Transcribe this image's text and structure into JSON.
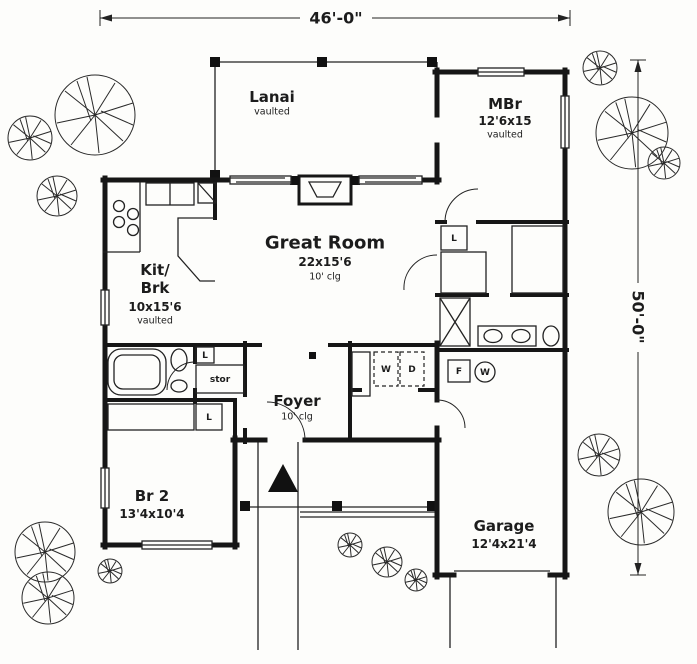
{
  "dimensions": {
    "width": "46'-0\"",
    "height": "50'-0\""
  },
  "rooms": {
    "lanai": {
      "name": "Lanai",
      "note": "vaulted"
    },
    "mbr": {
      "name": "MBr",
      "size": "12'6x15",
      "note": "vaulted"
    },
    "great_room": {
      "name": "Great Room",
      "size": "22x15'6",
      "note": "10' clg"
    },
    "kitchen": {
      "name_line1": "Kit/",
      "name_line2": "Brk",
      "size": "10x15'6",
      "note": "vaulted"
    },
    "foyer": {
      "name": "Foyer",
      "note": "10' clg"
    },
    "bedroom2": {
      "name": "Br 2",
      "size": "13'4x10'4"
    },
    "garage": {
      "name": "Garage",
      "size": "12'4x21'4"
    },
    "storage": {
      "name": "stor"
    }
  },
  "fixtures": {
    "linen_hall": "L",
    "linen_br2": "L",
    "linen_mbr": "L",
    "washer": "W",
    "dryer": "D",
    "furnace": "F",
    "water_heater": "W"
  },
  "colors": {
    "ink": "#1c1c1c",
    "paper": "#fdfdfb"
  }
}
